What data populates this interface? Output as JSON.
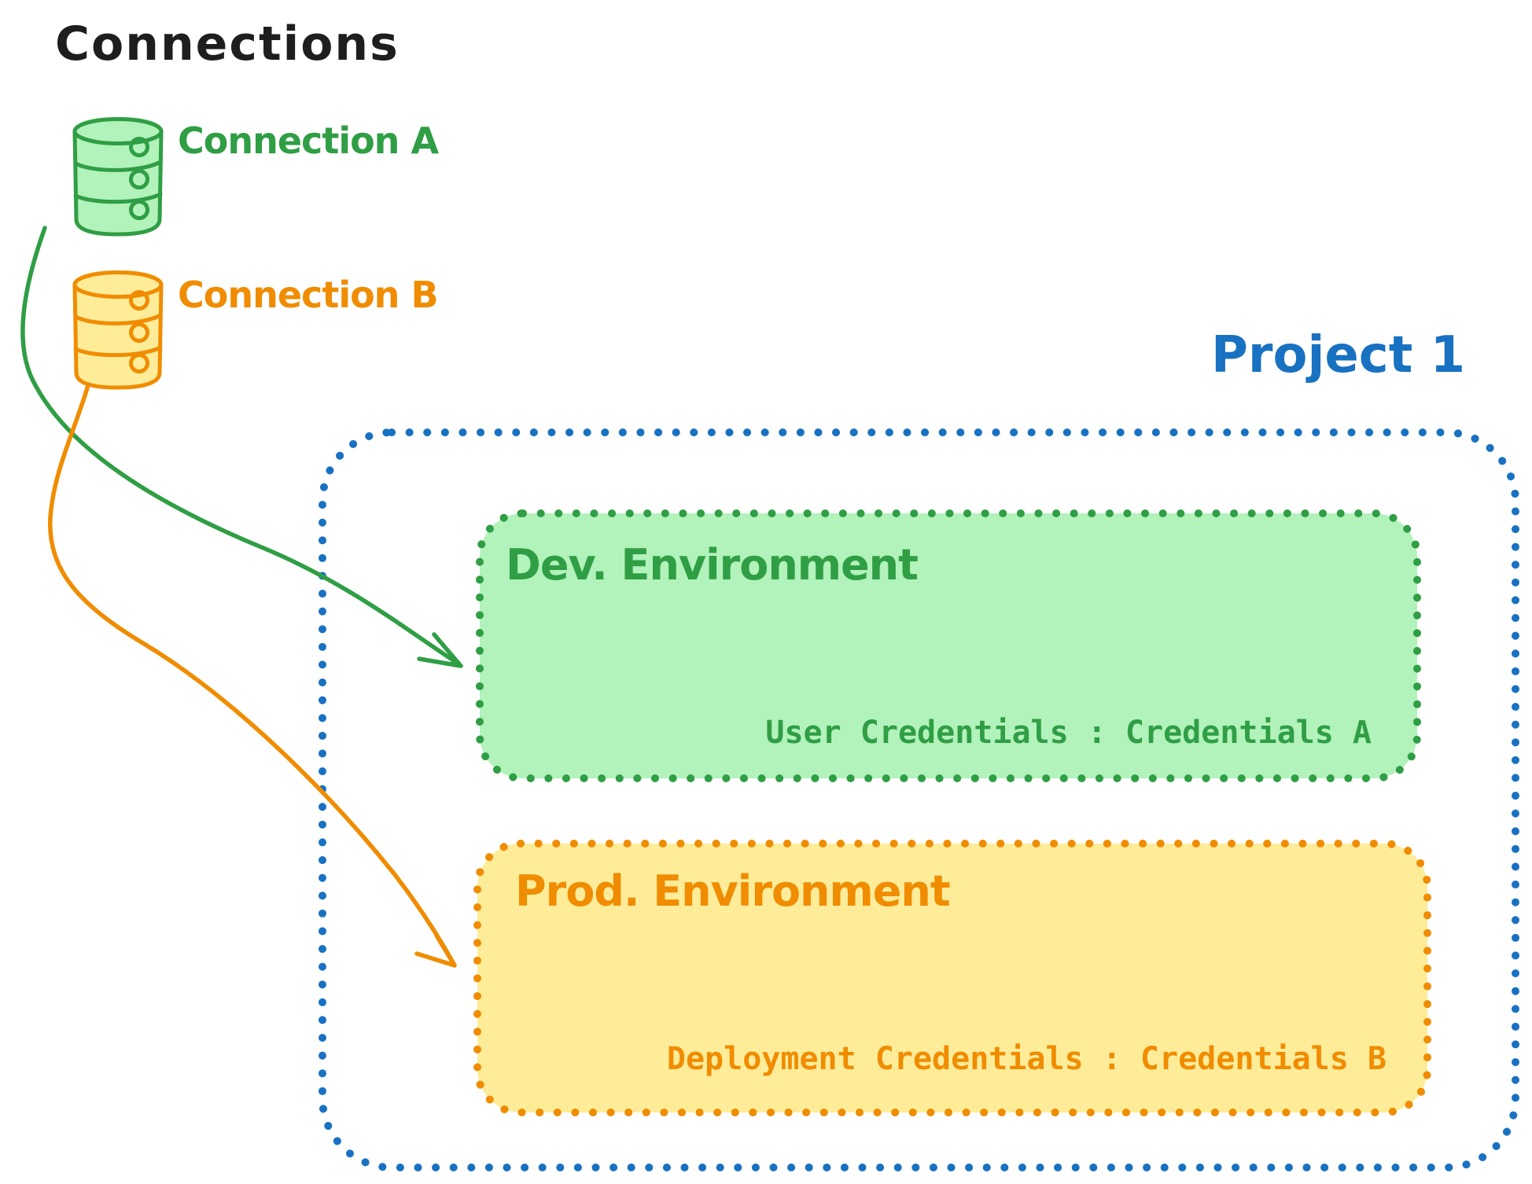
{
  "connections_panel": {
    "title": "Connections",
    "items": [
      {
        "label": "Connection A",
        "icon": "database-icon",
        "color": "#2f9e44",
        "fill": "#b2f2bb"
      },
      {
        "label": "Connection B",
        "icon": "database-icon",
        "color": "#f08c00",
        "fill": "#ffec99"
      }
    ]
  },
  "project": {
    "title": "Project 1",
    "border_color": "#1971c2",
    "border_style": "dotted",
    "environments": [
      {
        "name": "Dev. Environment",
        "credential_assignment": "User Credentials : Credentials A",
        "stroke": "#2f9e44",
        "fill": "#b2f2bb",
        "source_connection": "Connection A"
      },
      {
        "name": "Prod. Environment",
        "credential_assignment": "Deployment Credentials : Credentials B",
        "stroke": "#f08c00",
        "fill": "#ffec99",
        "source_connection": "Connection B"
      }
    ]
  }
}
